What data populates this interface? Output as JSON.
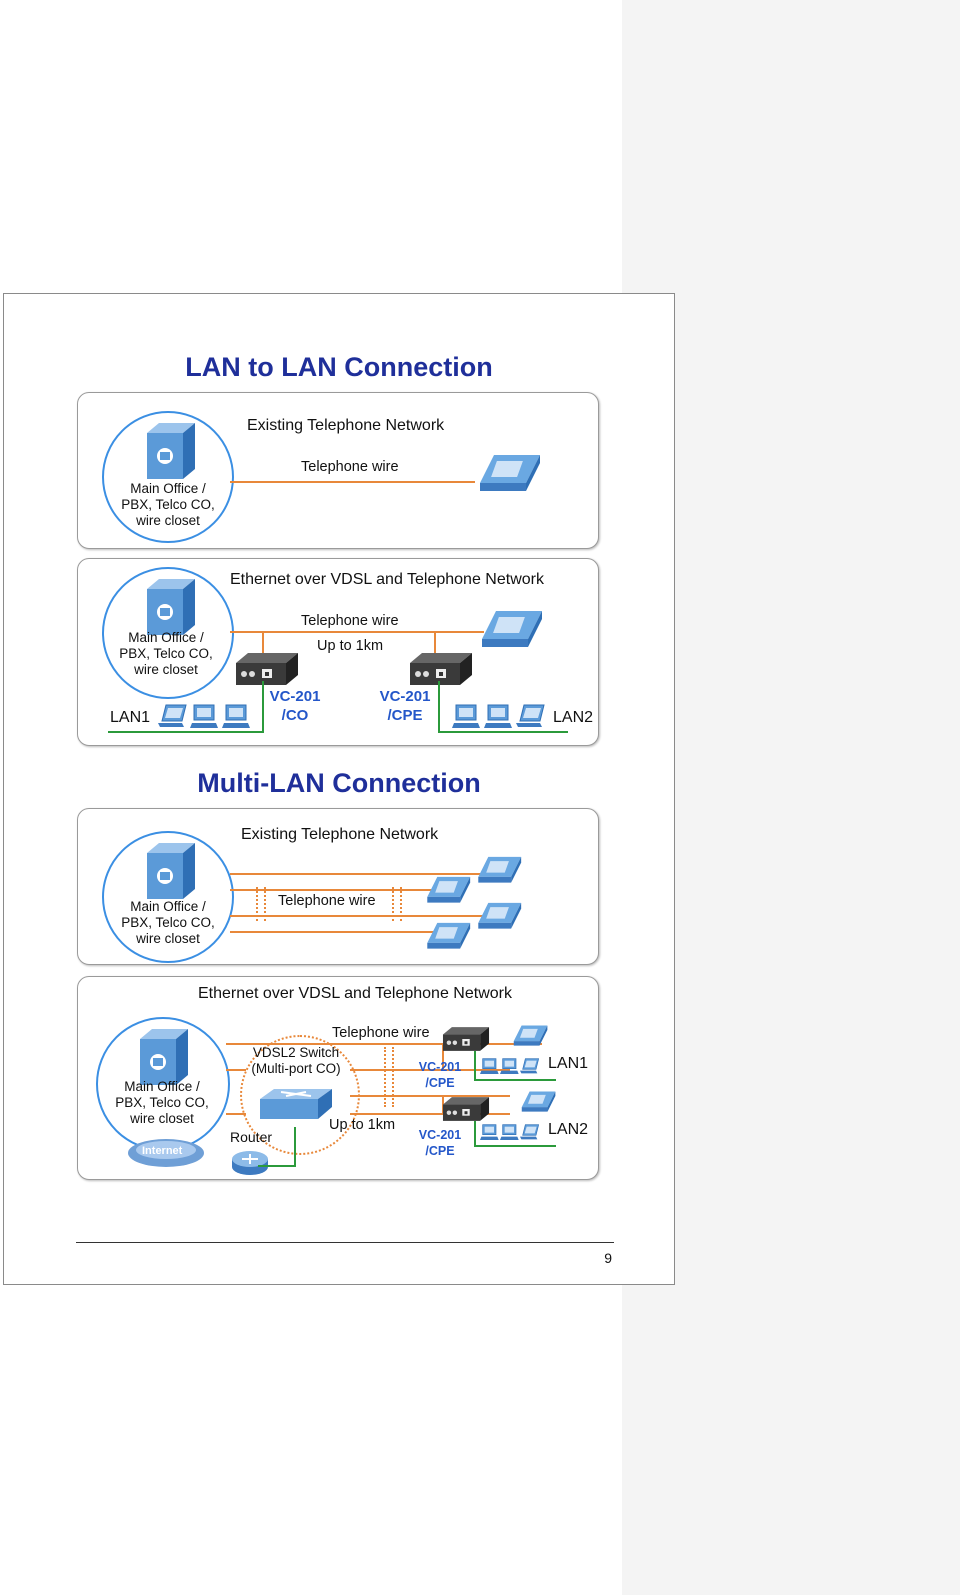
{
  "page": {
    "number": "9"
  },
  "section1": {
    "title": "LAN to LAN Connection",
    "panel_a": {
      "heading": "Existing Telephone Network",
      "wire_label": "Telephone wire",
      "office_label": "Main Office /\nPBX, Telco CO,\nwire closet"
    },
    "panel_b": {
      "heading": "Ethernet over VDSL and Telephone Network",
      "wire_label": "Telephone wire",
      "distance_label": "Up to 1km",
      "office_label": "Main Office /\nPBX, Telco CO,\nwire closet",
      "device_co": "VC-201\n/CO",
      "device_cpe": "VC-201\n/CPE",
      "lan_left": "LAN1",
      "lan_right": "LAN2"
    }
  },
  "section2": {
    "title": "Multi-LAN Connection",
    "panel_a": {
      "heading": "Existing Telephone Network",
      "wire_label": "Telephone wire",
      "office_label": "Main Office /\nPBX, Telco CO,\nwire closet"
    },
    "panel_b": {
      "heading": "Ethernet over VDSL and Telephone Network",
      "wire_label": "Telephone wire",
      "switch_label": "VDSL2 Switch\n(Multi-port CO)",
      "distance_label": "Up to 1km",
      "router_label": "Router",
      "internet_label": "Internet",
      "office_label": "Main Office /\nPBX, Telco CO,\nwire closet",
      "device_cpe_1": "VC-201\n/CPE",
      "device_cpe_2": "VC-201\n/CPE",
      "lan_1": "LAN1",
      "lan_2": "LAN2"
    }
  },
  "colors": {
    "title": "#1f2f9a",
    "phone_wire": "#e8883a",
    "lan_wire": "#2b9a3b",
    "device_label": "#2457c9",
    "icon_blue": "#5b9ad8"
  }
}
